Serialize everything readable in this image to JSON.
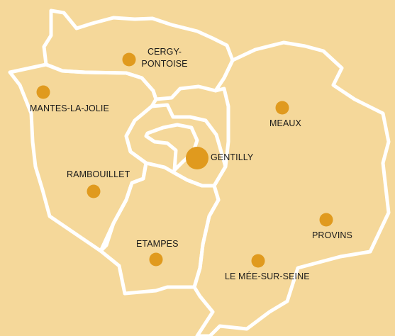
{
  "colors": {
    "background": "#f5d89a",
    "border": "#ffffff",
    "marker": "#e09a1e",
    "text": "#1a1a1a"
  },
  "places": {
    "cergy": "CERGY-\nPONTOISE",
    "mantes": "MANTES-LA-JOLIE",
    "meaux": "MEAUX",
    "gentilly": "GENTILLY",
    "rambouillet": "RAMBOUILLET",
    "provins": "PROVINS",
    "etampes": "ETAMPES",
    "mee": "LE MÉE-SUR-SEINE"
  }
}
